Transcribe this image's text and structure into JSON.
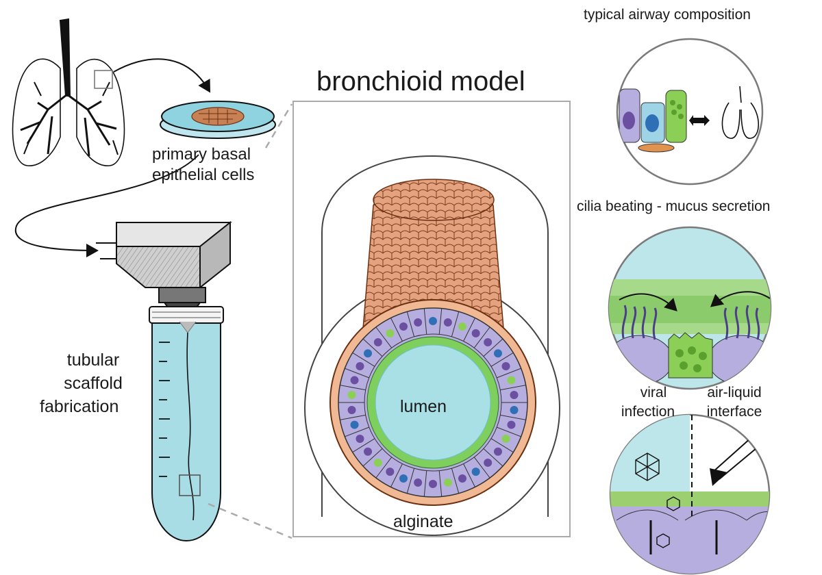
{
  "title": "bronchioid model",
  "labels": {
    "basal_cells_line1": "primary basal",
    "basal_cells_line2": "epithelial cells",
    "scaffold_line1": "tubular",
    "scaffold_line2": "scaffold",
    "scaffold_line3": "fabrication",
    "lumen": "lumen",
    "alginate": "alginate",
    "panel_composition": "typical airway composition",
    "panel_cilia": "cilia beating - mucus secretion",
    "viral_line1": "viral",
    "viral_line2": "infection",
    "ali_line1": "air-liquid",
    "ali_line2": "interface"
  },
  "colors": {
    "tube_blue": "#a9dde6",
    "lumen_blue": "#a8e0e6",
    "tissue_orange": "#e2a07c",
    "cell_purple": "#b7aee0",
    "goblet_green": "#8ccf57",
    "mucus_green": "#9ccf6f",
    "nucleus_blue": "#2f6fb5",
    "outline": "#1a1a1a",
    "frame_grey": "#9a9a9a"
  },
  "icons": [
    "lungs-icon",
    "petri-dish-icon",
    "printhead-icon",
    "tube-icon",
    "virus-icon",
    "arrow-icon"
  ]
}
